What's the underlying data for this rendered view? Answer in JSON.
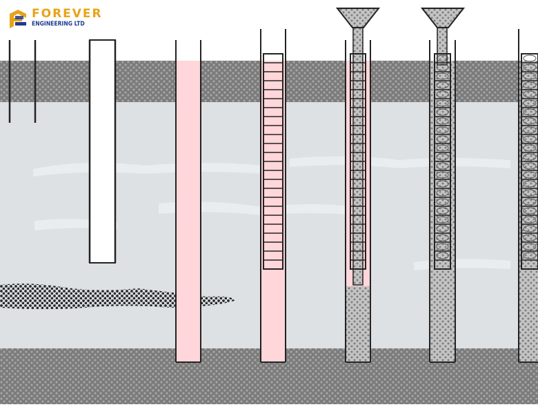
{
  "logo": {
    "title": "FOREVER",
    "subtitle": "ENGINEERING LTD",
    "colors": {
      "gold": "#e8a317",
      "navy": "#1f3b8f"
    }
  },
  "colors": {
    "clay": "#dde1e4",
    "topsoil": "#7b7b7b",
    "bedrock": "#888888",
    "water_lens": "#333333",
    "concrete": "#ffd6d9",
    "casing": "#222222",
    "grout": "#b5b5b5"
  },
  "stages": [
    {
      "id": "casing-driven"
    },
    {
      "id": "bore-excavated"
    },
    {
      "id": "concrete-poured"
    },
    {
      "id": "rebar-cage-placed"
    },
    {
      "id": "tremie-concrete-pour"
    },
    {
      "id": "grout-fill"
    },
    {
      "id": "completed-pile"
    }
  ]
}
